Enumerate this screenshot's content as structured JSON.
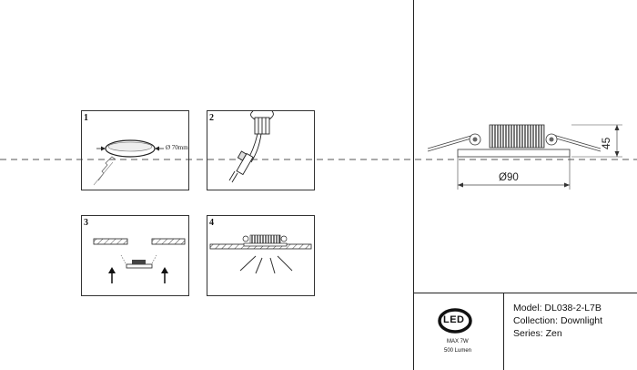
{
  "steps": [
    "1",
    "2",
    "3",
    "4"
  ],
  "step1_dimension": "Ø 70mm",
  "drawing": {
    "height_dimension": "45",
    "diameter_dimension": "Ø90"
  },
  "logo": {
    "text": "LED"
  },
  "specs": {
    "power": "MAX 7W",
    "lumen": "500 Lumen"
  },
  "product": {
    "model": "Model: DL038-2-L7B",
    "collection": "Collection: Downlight",
    "series": "Series: Zen"
  }
}
